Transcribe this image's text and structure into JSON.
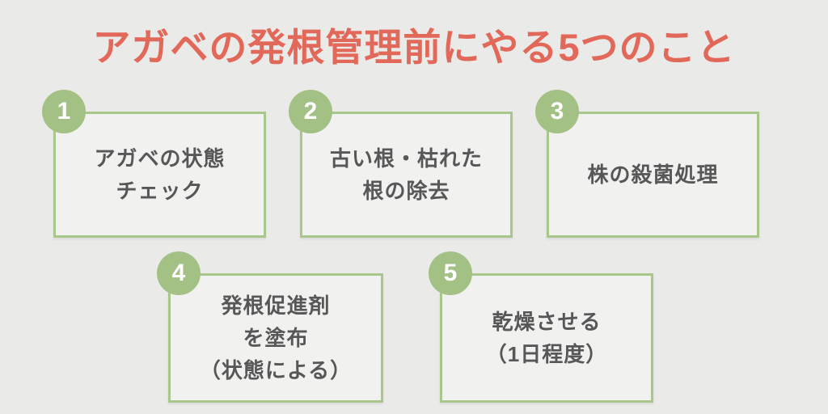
{
  "title": "アガベの発根管理前にやる5つのこと",
  "colors": {
    "background": "#eaeae9",
    "card_fill": "#f1f1f0",
    "card_border": "#a9c78c",
    "badge_green": "#a3c185",
    "title_red": "#e2695a",
    "text_gray": "#575757"
  },
  "steps": [
    {
      "number": "1",
      "lines": [
        "アガベの状態",
        "チェック"
      ]
    },
    {
      "number": "2",
      "lines": [
        "古い根・枯れた",
        "根の除去"
      ]
    },
    {
      "number": "3",
      "lines": [
        "株の殺菌処理"
      ]
    },
    {
      "number": "4",
      "lines": [
        "発根促進剤",
        "を塗布",
        "（状態による）"
      ]
    },
    {
      "number": "5",
      "lines": [
        "乾燥させる",
        "（1日程度）"
      ]
    }
  ]
}
